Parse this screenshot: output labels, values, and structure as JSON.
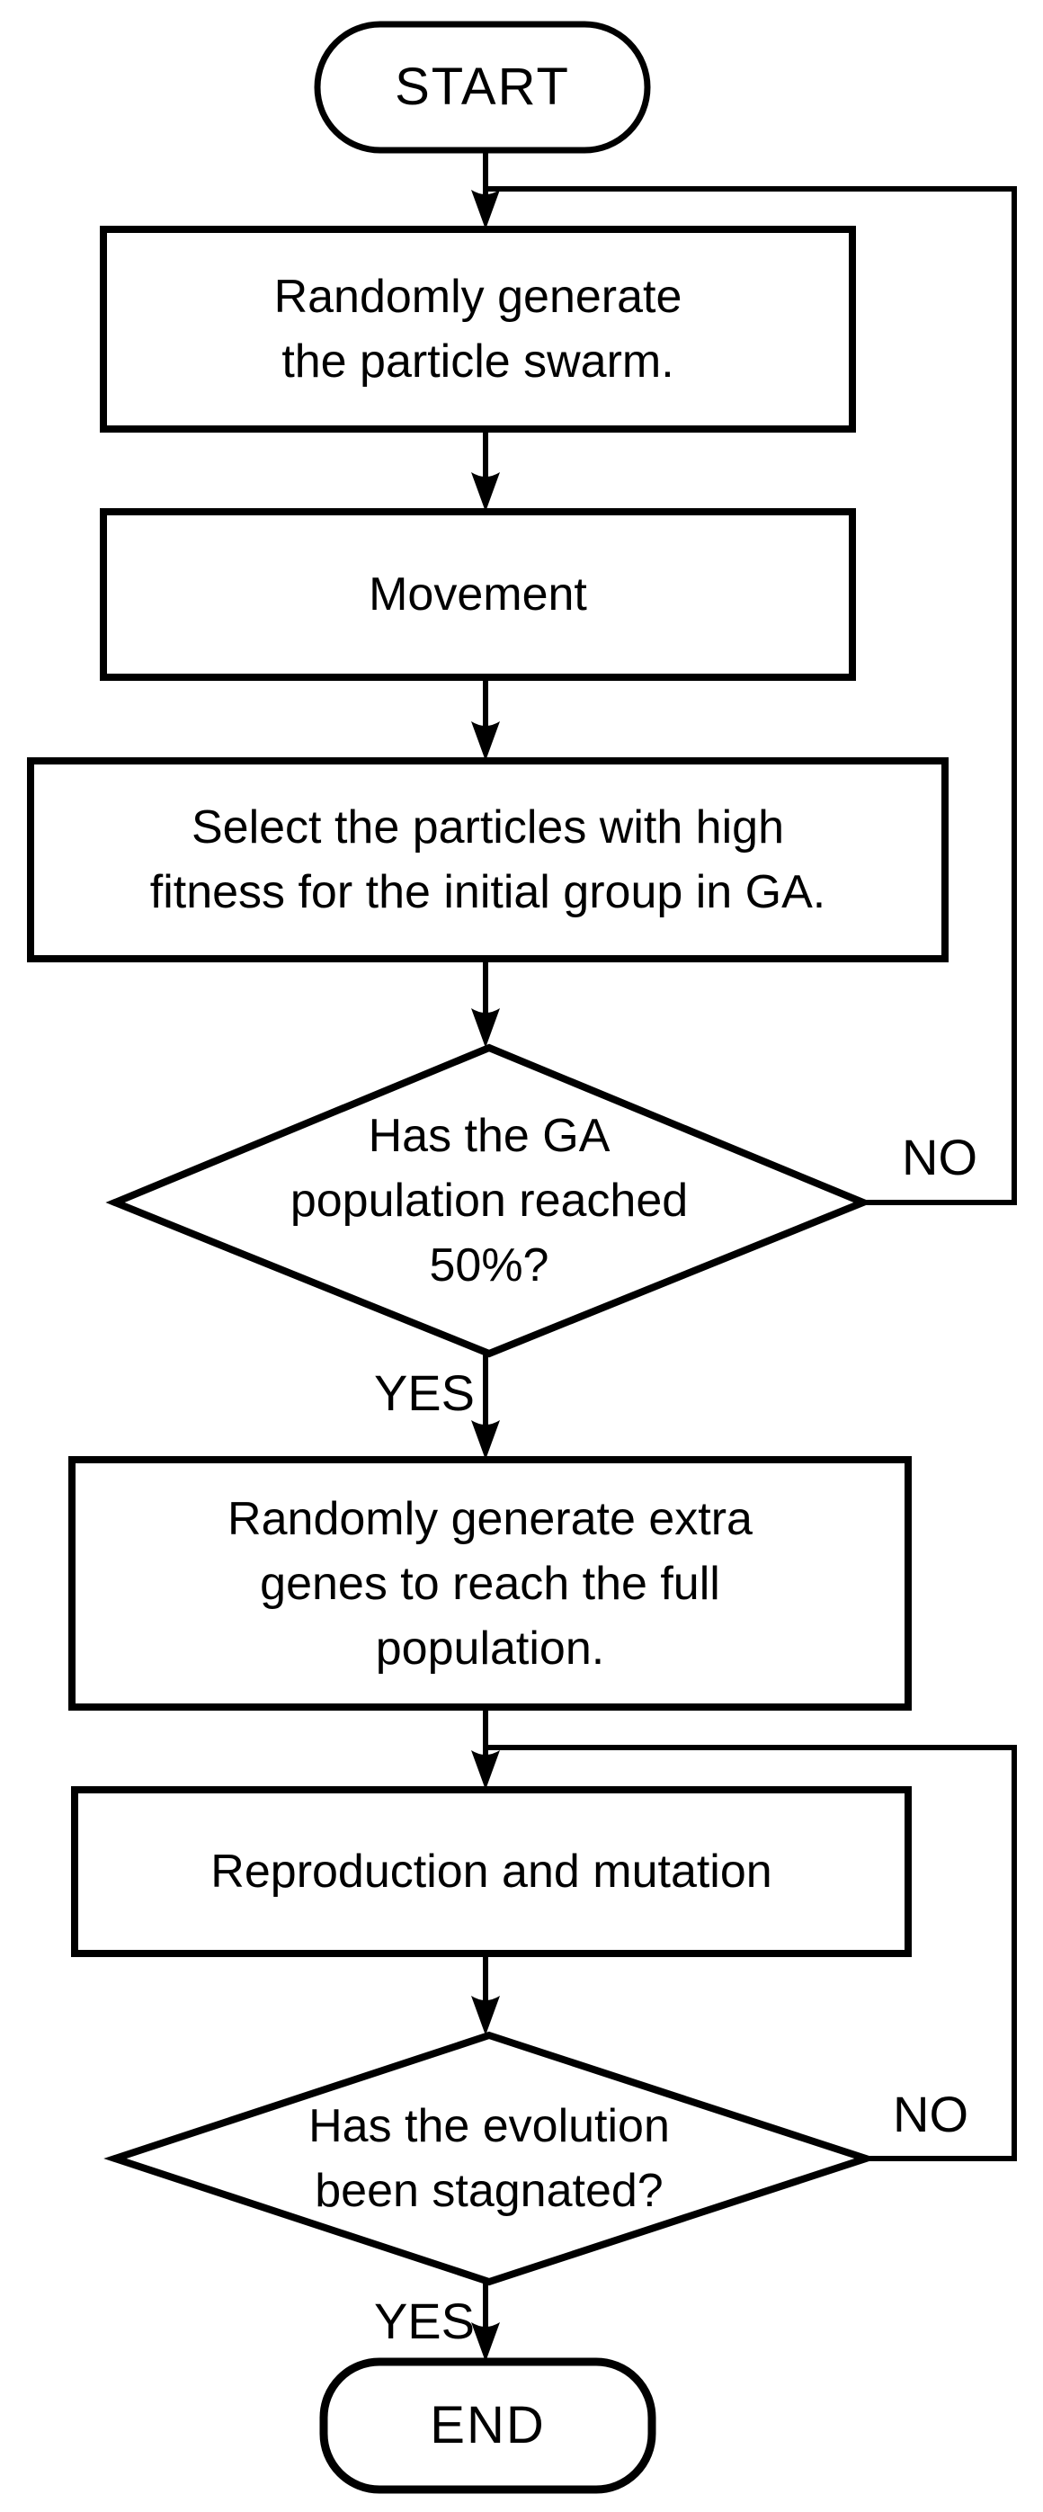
{
  "figure": {
    "type": "flowchart",
    "background": "#ffffff",
    "stroke_color": "#000000",
    "nodes": {
      "start": {
        "shape": "terminator",
        "label": "START"
      },
      "generate_swarm": {
        "shape": "process",
        "label": "Randomly generate\nthe particle swarm."
      },
      "movement": {
        "shape": "process",
        "label": "Movement"
      },
      "select_particles": {
        "shape": "process",
        "label": "Select the particles with high\nfitness for the initial group in GA."
      },
      "population_check": {
        "shape": "decision",
        "label": "Has the GA\npopulation reached\n50%?"
      },
      "generate_genes": {
        "shape": "process",
        "label": "Randomly generate extra\ngenes to reach the full\npopulation."
      },
      "reproduction": {
        "shape": "process",
        "label": "Reproduction and mutation"
      },
      "stagnation_check": {
        "shape": "decision",
        "label": "Has the evolution\nbeen stagnated?"
      },
      "end": {
        "shape": "terminator",
        "label": "END"
      }
    },
    "edge_labels": {
      "population_check_no": "NO",
      "population_check_yes": "YES",
      "stagnation_check_no": "NO",
      "stagnation_check_yes": "YES"
    }
  }
}
